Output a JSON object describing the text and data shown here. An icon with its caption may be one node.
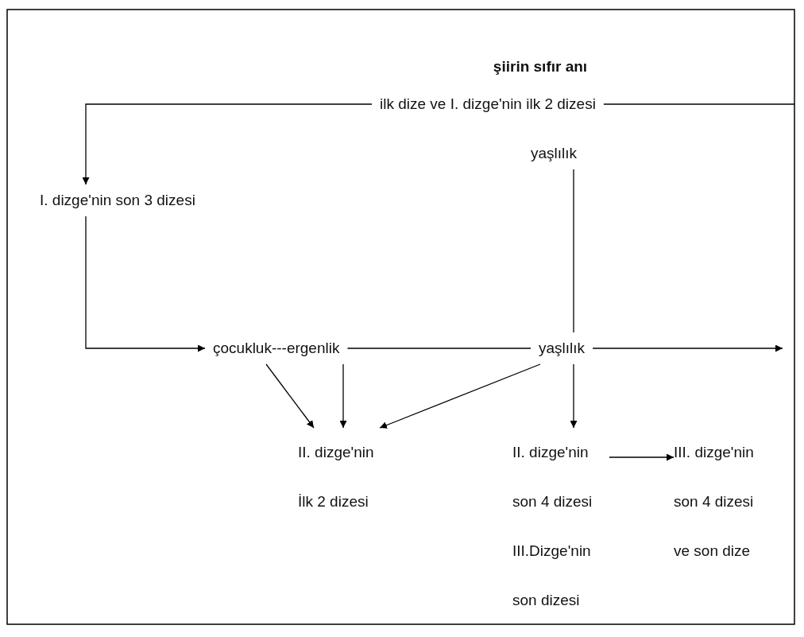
{
  "diagram": {
    "title": "şiirin sıfır anı",
    "nodes": [
      {
        "text": [
          "ilk dize ve I. dizge'nin ilk 2 dizesi"
        ]
      },
      {
        "text": [
          "yaşlılık"
        ]
      },
      {
        "text": [
          "I. dizge'nin son 3 dizesi"
        ]
      },
      {
        "text": [
          "çocukluk---ergenlik"
        ]
      },
      {
        "text": [
          "yaşlılık"
        ]
      },
      {
        "text": [
          "II. dizge'nin İlk 2 dizesi"
        ]
      },
      {
        "text": [
          "II. dizge'nin son 4 dizesi",
          "III.Dizge'nin son dizesi"
        ]
      },
      {
        "text": [
          "III. dizge'nin son 4 dizesi ve son dize"
        ]
      }
    ],
    "edges": [
      {
        "from": 0,
        "to": 2,
        "arrow": "to"
      },
      {
        "from": 0,
        "to": null,
        "arrow": "none"
      },
      {
        "from": 2,
        "to": 3,
        "arrow": "to"
      },
      {
        "from": 1,
        "to": 4,
        "arrow": "none"
      },
      {
        "from": 3,
        "to": 4,
        "arrow": "none"
      },
      {
        "from": 4,
        "to": null,
        "arrow": "to"
      },
      {
        "from": 3,
        "to": 5,
        "arrow": "to"
      },
      {
        "from": 3,
        "to": 5,
        "arrow": "to"
      },
      {
        "from": 4,
        "to": 5,
        "arrow": "to"
      },
      {
        "from": 4,
        "to": 6,
        "arrow": "to"
      },
      {
        "from": 6,
        "to": 7,
        "arrow": "to"
      }
    ]
  }
}
